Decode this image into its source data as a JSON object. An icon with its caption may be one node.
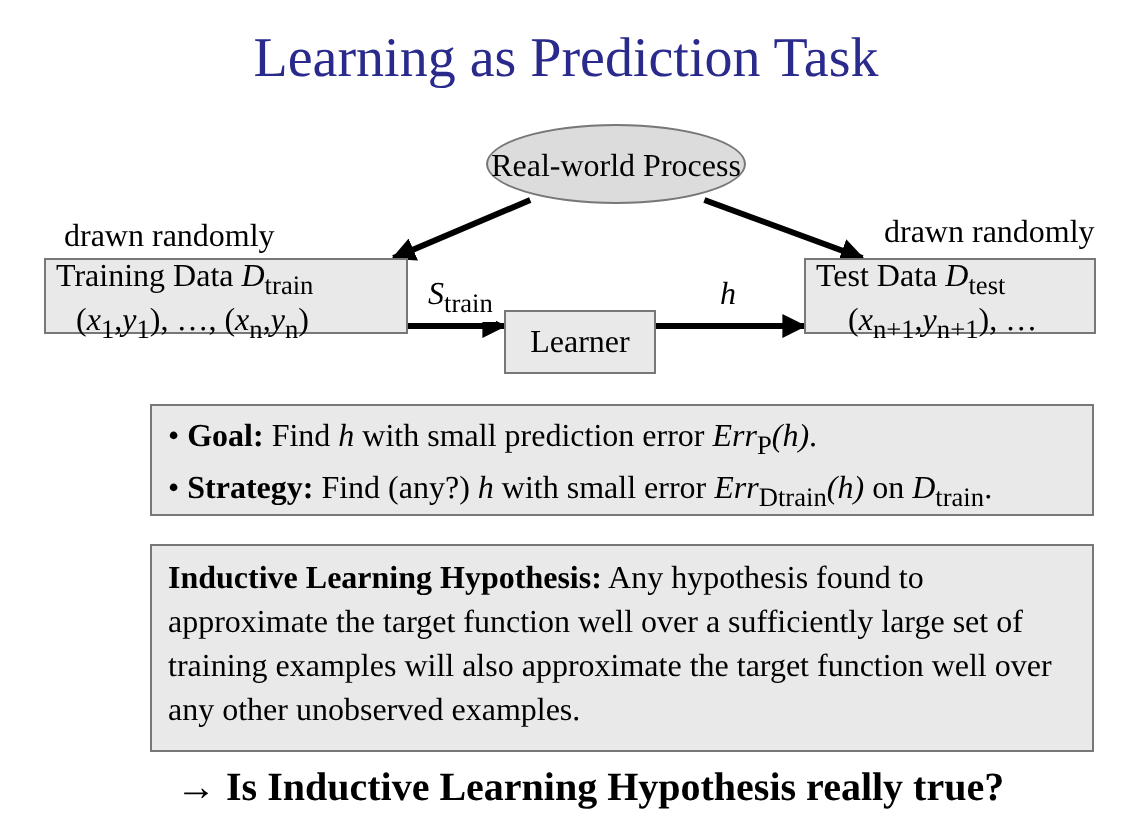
{
  "diagram": {
    "title": "Learning as Prediction Task",
    "nodes": [
      {
        "text": [
          "Real-world Process"
        ]
      },
      {
        "text": [
          "Training Data *D*$_{train}$",
          "(*x*$_{1}$,*y*$_{1}$), …, (*x*$_{n}$,*y*$_{n}$)"
        ]
      },
      {
        "text": [
          "Learner"
        ]
      },
      {
        "text": [
          "Test Data *D*$_{test}$",
          "(*x*$_{n+1}$,*y*$_{n+1}$), …"
        ]
      },
      {
        "text": [
          "• **Goal:** Find *h* with small prediction error *Err*$_{P}$*(h)*.",
          "• **Strategy:** Find (any?) *h* with small error *Err*$_{Dtrain}$*(h)* on *D*$_{train}$."
        ]
      },
      {
        "text": [
          "**Inductive Learning Hypothesis:** Any hypothesis found to approximate the target function well over a sufficiently large set of training examples will also approximate the target function well over any other unobserved examples."
        ]
      }
    ],
    "edges": [
      {
        "from": 0,
        "to": 1,
        "arrow": "to",
        "label": "drawn randomly"
      },
      {
        "from": 0,
        "to": 3,
        "arrow": "to",
        "label": "drawn randomly"
      },
      {
        "from": 1,
        "to": 2,
        "arrow": "to",
        "label": "*S*$_{train}$"
      },
      {
        "from": 2,
        "to": 3,
        "arrow": "to",
        "label": "*h*"
      }
    ],
    "labels": [
      "→ Is Inductive Learning Hypothesis really true?"
    ]
  }
}
